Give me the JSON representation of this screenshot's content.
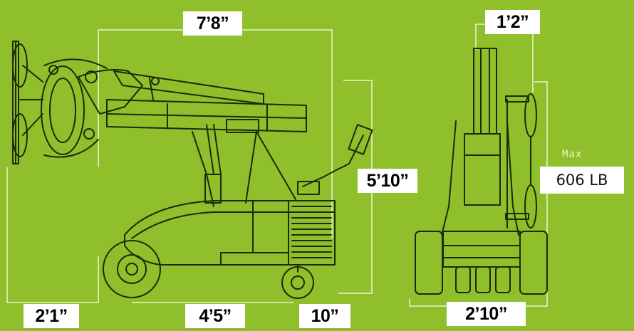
{
  "colors": {
    "background": "#8fbf2b",
    "line_art": "#1e2a08",
    "dimension_line": "#e9f6cf",
    "label_bg": "#ffffff"
  },
  "dimensions": {
    "overall_length": "7’8”",
    "height": "5’10”",
    "front_overhang": "2’1”",
    "wheelbase": "4’5”",
    "rear_wheel": "10”",
    "mast_width": "1’2”",
    "overall_width": "2’10”"
  },
  "capacity": {
    "prefix": "Max",
    "value": "606 LB"
  }
}
